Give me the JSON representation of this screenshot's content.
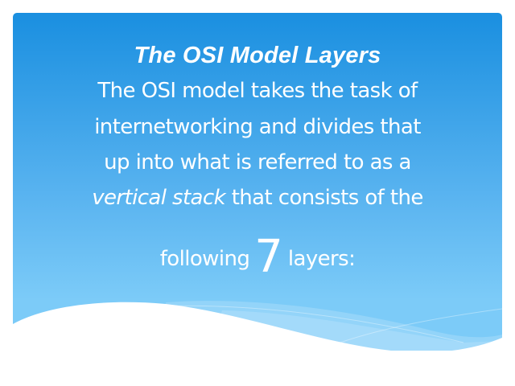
{
  "slide": {
    "title": "The OSI Model Layers",
    "body": {
      "line1": "The OSI model takes the task of",
      "line2": "internetworking and divides that",
      "line3": "up into what is referred to as a",
      "line4_italic": "vertical stack",
      "line4_rest": " that consists of the",
      "line5_before": "following",
      "line5_number": "7",
      "line5_after": "layers:"
    },
    "colors": {
      "gradient_top": "#1a8fe0",
      "gradient_bottom": "#7ccbf8",
      "text": "#ffffff",
      "page_background": "#ffffff"
    }
  }
}
